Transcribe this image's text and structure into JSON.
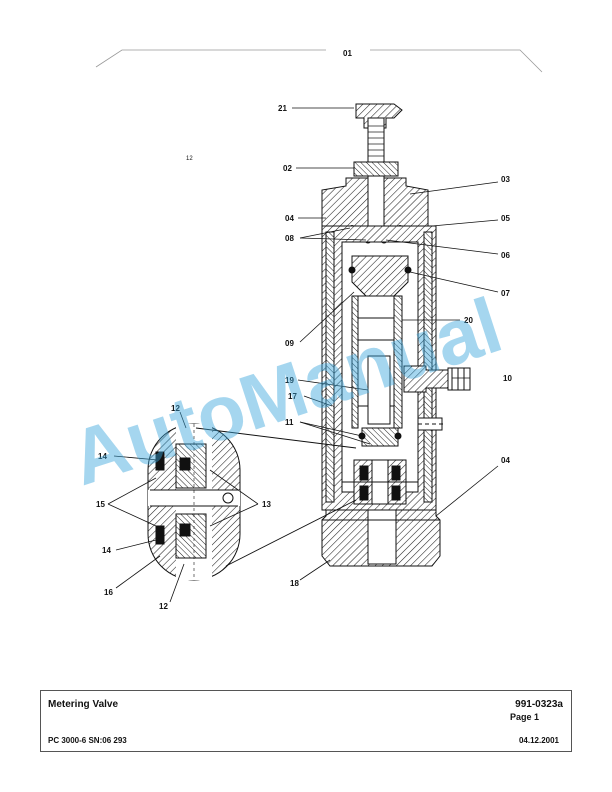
{
  "header": {
    "sheet_ref": "01"
  },
  "watermark": "AutoManual",
  "callouts": {
    "c01": "01",
    "c02": "02",
    "c03": "03",
    "c04a": "04",
    "c04b": "04",
    "c05": "05",
    "c06": "06",
    "c07": "07",
    "c08": "08",
    "c09": "09",
    "c10": "10",
    "c11": "11",
    "c12a": "12",
    "c12b": "12",
    "c12c": "12",
    "c13": "13",
    "c14a": "14",
    "c14b": "14",
    "c15": "15",
    "c16": "16",
    "c17": "17",
    "c18": "18",
    "c19": "19",
    "c20": "20",
    "c21": "21"
  },
  "title_block": {
    "title": "Metering Valve",
    "doc_number": "991-0323a",
    "page": "Page 1",
    "model": "PC 3000-6 SN:06 293",
    "date": "04.12.2001"
  }
}
